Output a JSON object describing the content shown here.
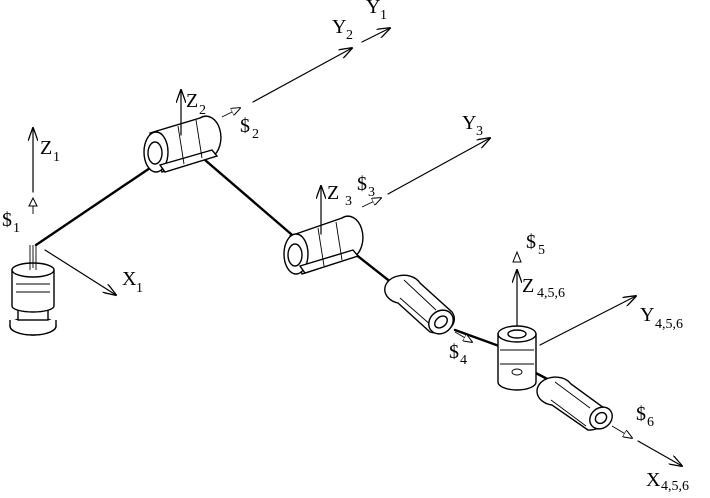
{
  "labels": {
    "z1": {
      "main": "Z",
      "sub": "1"
    },
    "x1": {
      "main": "X",
      "sub": "1"
    },
    "s1": {
      "main": "$",
      "sub": "1"
    },
    "z2": {
      "main": "Z",
      "sub": "2"
    },
    "y1": {
      "main": "Y",
      "sub": "1"
    },
    "y2": {
      "main": "Y",
      "sub": "2"
    },
    "s2": {
      "main": "$",
      "sub": "2"
    },
    "z3": {
      "main": "Z",
      "sub": "3"
    },
    "s3": {
      "main": "$",
      "sub": "3"
    },
    "y3": {
      "main": "Y",
      "sub": "3"
    },
    "s4": {
      "main": "$",
      "sub": "4"
    },
    "s5": {
      "main": "$",
      "sub": "5"
    },
    "z456": {
      "main": "Z",
      "sub": "4,5,6"
    },
    "y456": {
      "main": "Y",
      "sub": "4,5,6"
    },
    "s6": {
      "main": "$",
      "sub": "6"
    },
    "x456": {
      "main": "X",
      "sub": "4,5,6"
    }
  }
}
